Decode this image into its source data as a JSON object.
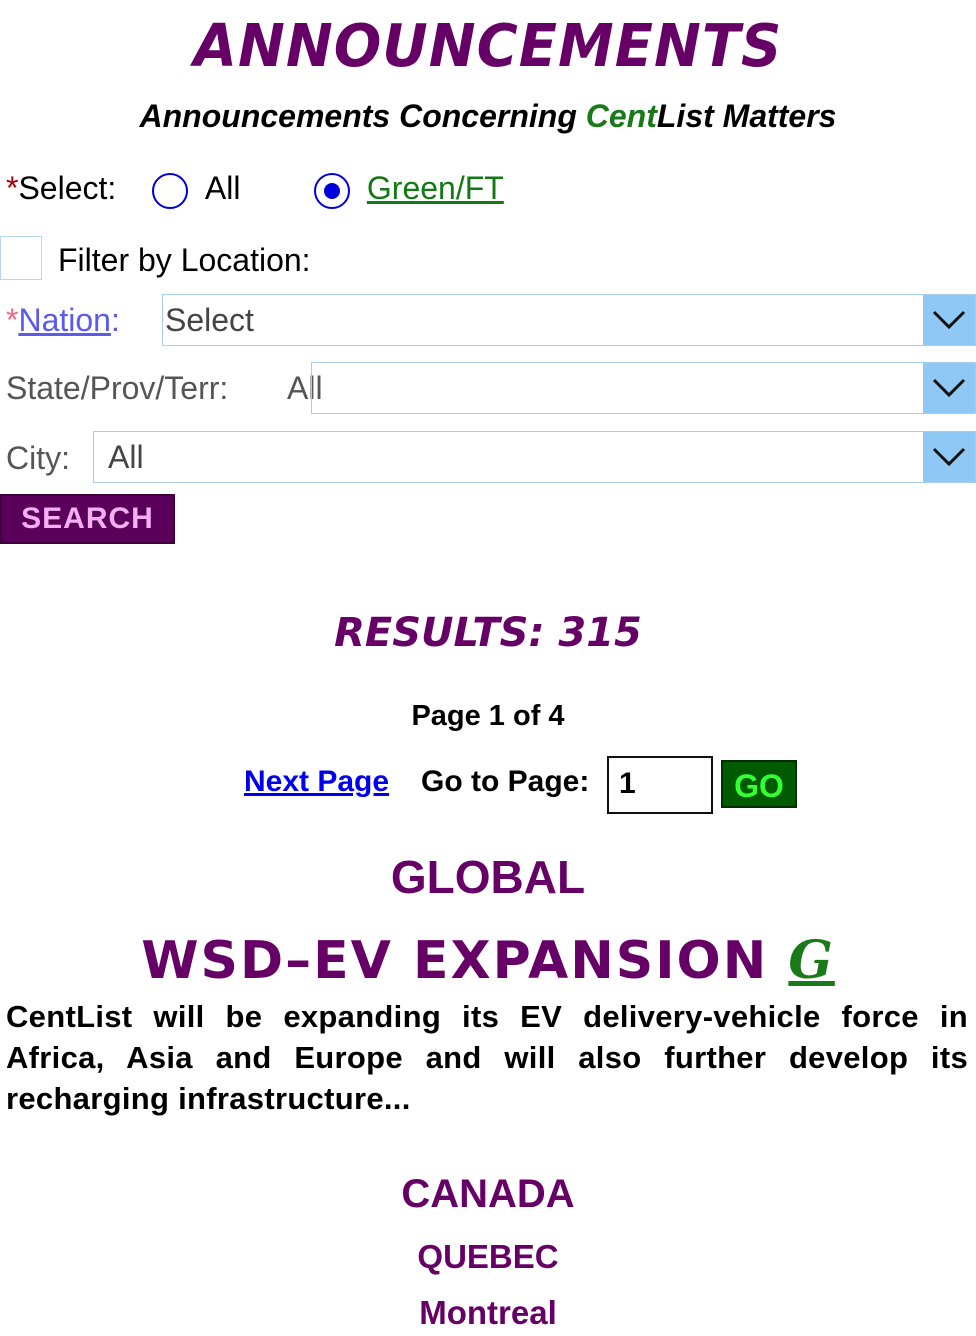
{
  "header": {
    "title": "ANNOUNCEMENTS",
    "subtitle_pre": "Announcements Concerning ",
    "subtitle_cent": "Cent",
    "subtitle_post": "List Matters"
  },
  "filter": {
    "select_req": "*",
    "select_label": "Select:",
    "radio_all_label": "All",
    "radio_green_label": "Green/FT",
    "selected": "Green/FT",
    "filter_location_label": "Filter by Location:",
    "nation_req": "*",
    "nation_label": "Nation",
    "nation_colon": ":",
    "nation_value": "Select",
    "state_label": "State/Prov/Terr:",
    "state_value": "All",
    "city_label": "City:",
    "city_value": "All",
    "search_button": "SEARCH"
  },
  "results": {
    "label": "RESULTS: 315",
    "page_info": "Page 1 of 4",
    "next_page": "Next Page",
    "goto_label": "Go to Page:",
    "goto_value": "1",
    "go_button": "GO"
  },
  "listing": {
    "region_global": "GLOBAL",
    "headline": "WSD–EV EXPANSION",
    "headline_badge": "G",
    "body": "CentList will be expanding its EV delivery-vehicle force in Africa, Asia and Europe and will also further develop its recharging infrastructure...",
    "nation": "CANADA",
    "province": "QUEBEC",
    "city": "Montreal"
  },
  "colors": {
    "brand_purple": "#660066",
    "green": "#1a7a1a",
    "select_arrow": "#8fc7f5"
  },
  "icons": [
    "radio-unchecked-icon",
    "radio-checked-icon",
    "chevron-down-icon"
  ]
}
